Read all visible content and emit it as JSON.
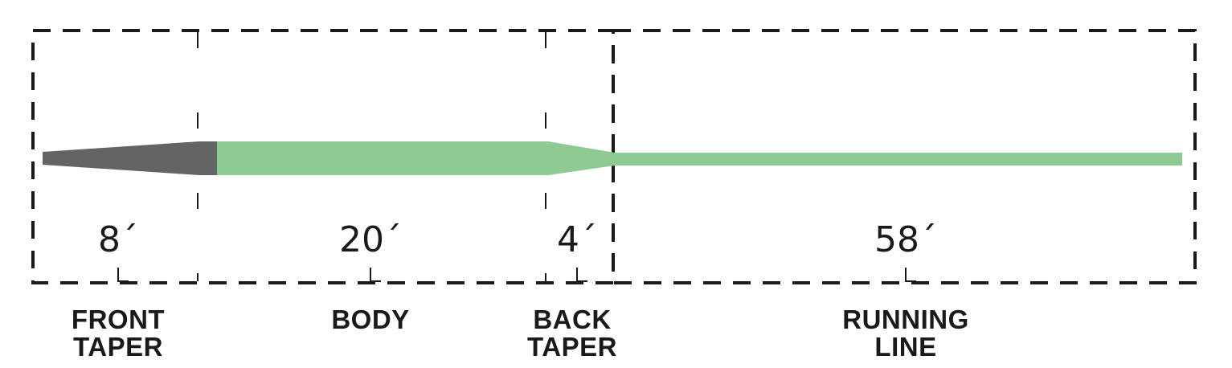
{
  "colors": {
    "front_taper": "#636466",
    "line": "#8ecb93",
    "ink": "#1a1a1a"
  },
  "sections": [
    {
      "id": "front-taper",
      "length": "8´",
      "label_lines": [
        "FRONT",
        "TAPER"
      ]
    },
    {
      "id": "body",
      "length": "20´",
      "label_lines": [
        "BODY"
      ]
    },
    {
      "id": "back-taper",
      "length": "4´",
      "label_lines": [
        "BACK",
        "TAPER"
      ]
    },
    {
      "id": "running-line",
      "length": "58´",
      "label_lines": [
        "RUNNING",
        "LINE"
      ]
    }
  ]
}
